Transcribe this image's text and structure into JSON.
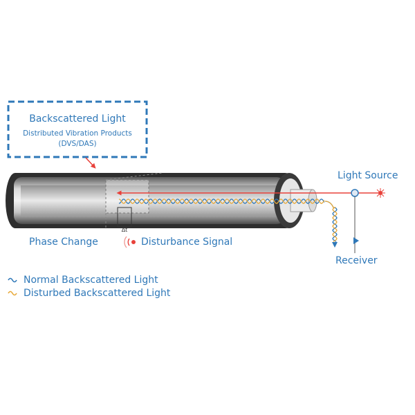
{
  "callout": {
    "title": "Backscattered Light",
    "line1": "Distributed Vibration Products",
    "line2": "(DVS/DAS)"
  },
  "labels": {
    "light_source": "Light Source",
    "receiver": "Receiver",
    "phase_change": "Phase Change",
    "disturbance_signal": "Disturbance Signal",
    "delta_t": "Δt"
  },
  "legend": [
    {
      "label": "Normal Backscattered Light",
      "color": "#2f78b8"
    },
    {
      "label": "Disturbed Backscattered Light",
      "color": "#e7a93a"
    }
  ],
  "colors": {
    "accent_blue": "#2f78b8",
    "laser_red": "#e8413a",
    "disturbed_orange": "#e7a93a",
    "pipe_dark": "#3a3a3a"
  },
  "icons": {
    "disturbance": "signal-wave-icon",
    "laser": "laser-burst-icon"
  }
}
